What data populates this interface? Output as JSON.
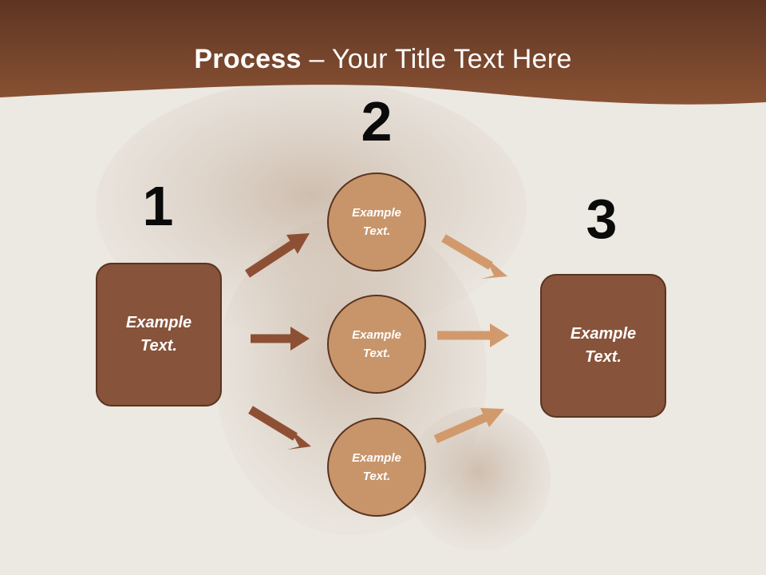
{
  "title": {
    "bold": "Process",
    "rest": " – Your Title Text Here"
  },
  "steps": {
    "one": "1",
    "two": "2",
    "three": "3"
  },
  "left_box": {
    "line1": "Example",
    "line2": "Text."
  },
  "right_box": {
    "line1": "Example",
    "line2": "Text."
  },
  "circles": [
    {
      "line1": "Example",
      "line2": "Text."
    },
    {
      "line1": "Example",
      "line2": "Text."
    },
    {
      "line1": "Example",
      "line2": "Text."
    }
  ],
  "colors": {
    "header": "#7a4630",
    "dark_box": "#87533a",
    "circle": "#c8956a",
    "arrow_dark": "#8e5034",
    "arrow_light": "#d29a6c"
  }
}
